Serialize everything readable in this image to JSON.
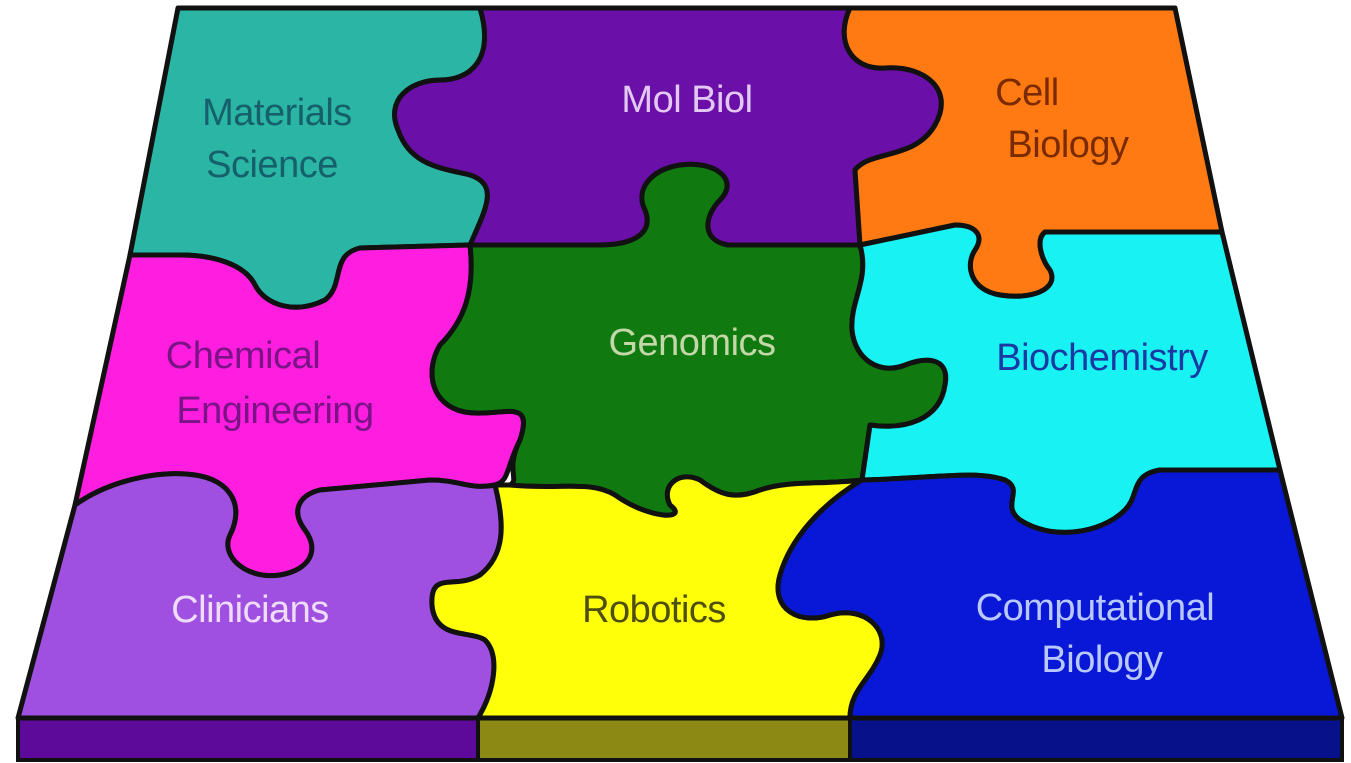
{
  "pieces": {
    "materials": {
      "lines": [
        "Materials",
        "Science"
      ],
      "fill": "#2bb5a5",
      "text": "#15606a"
    },
    "molbiol": {
      "lines": [
        "Mol Biol"
      ],
      "fill": "#6a0fa8",
      "text": "#e4c8f4"
    },
    "cell": {
      "lines": [
        "Cell",
        "Biology"
      ],
      "fill": "#ff7a12",
      "text": "#7a2a00"
    },
    "chemical": {
      "lines": [
        "Chemical",
        "Engineering"
      ],
      "fill": "#ff1ee0",
      "text": "#7a1385"
    },
    "genomics": {
      "lines": [
        "Genomics"
      ],
      "fill": "#107a10",
      "text": "#c3d7a8"
    },
    "biochem": {
      "lines": [
        "Biochemistry"
      ],
      "fill": "#18f2f2",
      "text": "#1a3aa3"
    },
    "clinicians": {
      "lines": [
        "Clinicians"
      ],
      "fill": "#a050e0",
      "text": "#efdcf8"
    },
    "robotics": {
      "lines": [
        "Robotics"
      ],
      "fill": "#ffff0a",
      "text": "#4e4e10"
    },
    "computational": {
      "lines": [
        "Computational",
        "Biology"
      ],
      "fill": "#0818d6",
      "text": "#b9c8ff"
    }
  },
  "edge_colors": {
    "left": "#5d0a9a",
    "middle": "#8c8a14",
    "right": "#07128a"
  }
}
